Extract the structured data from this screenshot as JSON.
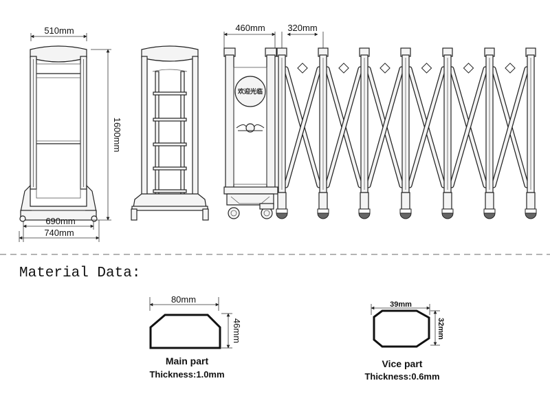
{
  "views": {
    "front": {
      "width_top": "510mm",
      "width_inner": "690mm",
      "width_outer": "740mm",
      "height": "1600mm"
    },
    "gate": {
      "head_width": "460mm",
      "section_width": "320mm",
      "sign_text": "欢迎光临"
    }
  },
  "material": {
    "heading": "Material Data:",
    "main": {
      "width": "80mm",
      "height": "46mm",
      "name": "Main part",
      "thickness": "Thickness:1.0mm"
    },
    "vice": {
      "width": "39mm",
      "height": "32mm",
      "name": "Vice part",
      "thickness": "Thickness:0.6mm"
    }
  },
  "colors": {
    "line": "#222222",
    "divider": "#888888",
    "background": "#ffffff"
  }
}
